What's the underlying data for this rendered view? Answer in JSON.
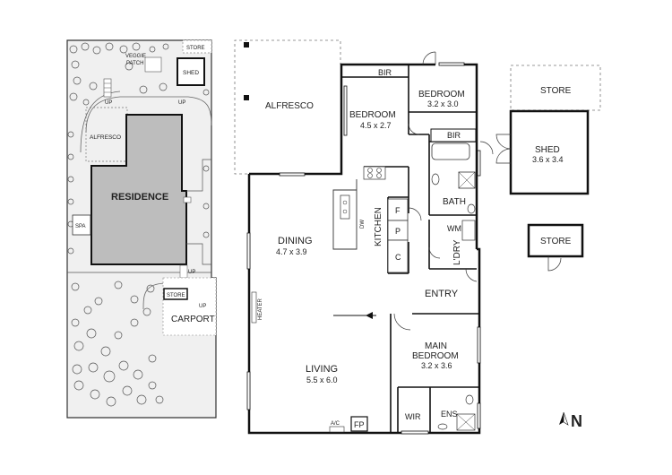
{
  "site_plan": {
    "store_label": "STORE",
    "veggie_patch_line1": "VEGGIE",
    "veggie_patch_line2": "PATCH",
    "shed_label": "SHED",
    "up_label_1": "UP",
    "up_label_2": "UP",
    "up_label_3": "UP",
    "up_label_4": "UP",
    "alfresco_label": "ALFRESCO",
    "residence_label": "RESIDENCE",
    "spa_label": "SPA",
    "carport_label": "CARPORT",
    "carport_store_label": "STORE"
  },
  "floor_plan": {
    "alfresco": {
      "name": "ALFRESCO"
    },
    "bir_top": "BIR",
    "bedroom_1": {
      "name": "BEDROOM",
      "size": "4.5 x 2.7"
    },
    "bedroom_2": {
      "name": "BEDROOM",
      "size": "3.2 x 3.0"
    },
    "bir_mid": "BIR",
    "bath": "BATH",
    "kitchen": "KITCHEN",
    "dw": "DW",
    "pantry_f": "F",
    "pantry_p": "P",
    "pantry_c": "C",
    "wm": "WM",
    "ldry": "L'DRY",
    "dining": {
      "name": "DINING",
      "size": "4.7 x 3.9"
    },
    "entry": "ENTRY",
    "heater": "HEATER",
    "living": {
      "name": "LIVING",
      "size": "5.5 x 6.0"
    },
    "main_bedroom": {
      "line1": "MAIN",
      "line2": "BEDROOM",
      "size": "3.2 x 3.6"
    },
    "wir": "WIR",
    "ens": "ENS",
    "ac": "A/C",
    "fp": "FP"
  },
  "outbuildings": {
    "store_top": "STORE",
    "shed": {
      "name": "SHED",
      "size": "3.6 x 3.4"
    },
    "store_bottom": "STORE"
  },
  "compass": {
    "letter": "N"
  }
}
